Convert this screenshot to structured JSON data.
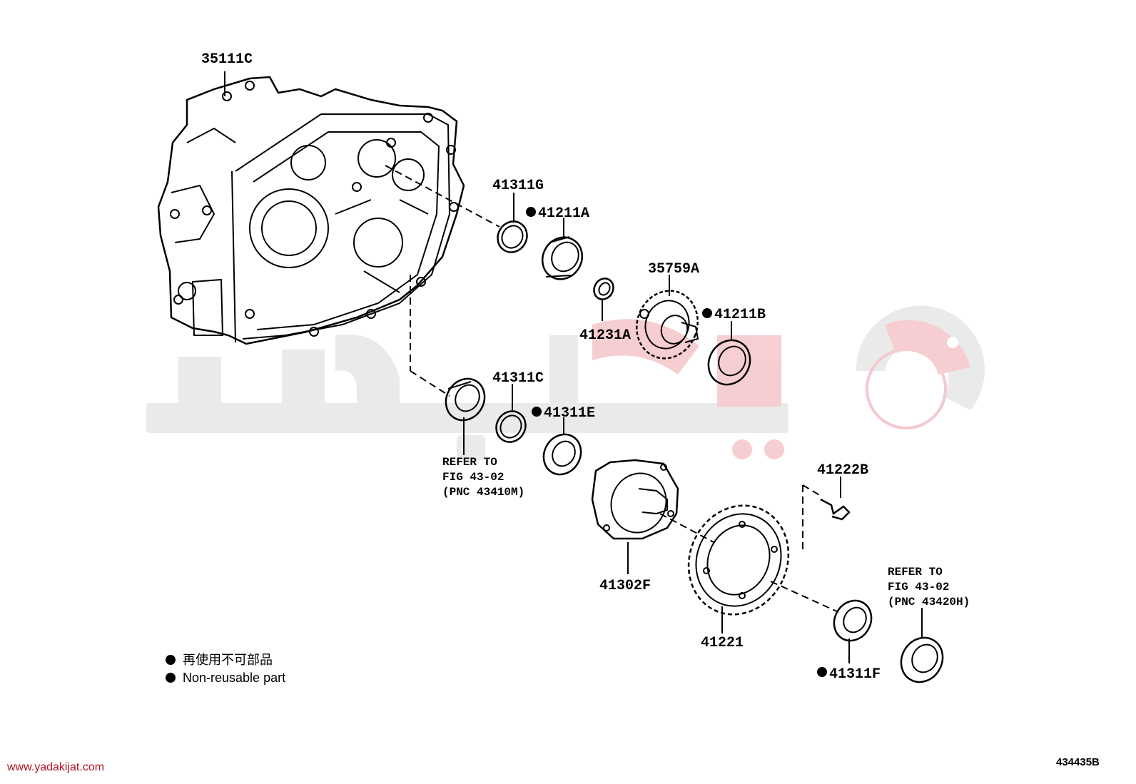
{
  "parts": {
    "housing": "35111C",
    "ring_g": "41311G",
    "bearing_a": "41211A",
    "seal_a": "41231A",
    "drive_gear": "35759A",
    "bearing_b": "41211B",
    "ring_c": "41311C",
    "shim_e": "41311E",
    "case_f": "41302F",
    "bolt_b": "41222B",
    "ring_gear": "41221",
    "shim_f": "41311F"
  },
  "refer_left": {
    "line1": "REFER TO",
    "line2": "FIG 43-02",
    "line3": "(PNC 43410M)"
  },
  "refer_right": {
    "line1": "REFER TO",
    "line2": "FIG 43-02",
    "line3": "(PNC 43420H)"
  },
  "legend": {
    "japanese": "再使用不可部品",
    "english": "Non-reusable part"
  },
  "footer": {
    "website": "www.yadakijat.com",
    "diagram_code": "434435B"
  },
  "icons": {
    "non_reusable_marker": "filled-circle-icon"
  }
}
